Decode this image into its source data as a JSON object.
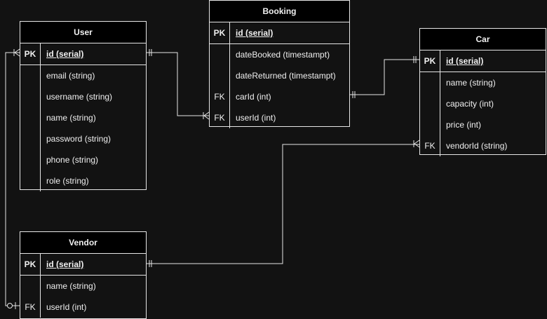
{
  "entities": {
    "user": {
      "title": "User",
      "pk": {
        "key": "PK",
        "name": "id (serial)"
      },
      "fields": [
        {
          "key": "",
          "name": "email (string)"
        },
        {
          "key": "",
          "name": "username (string)"
        },
        {
          "key": "",
          "name": "name (string)"
        },
        {
          "key": "",
          "name": "password (string)"
        },
        {
          "key": "",
          "name": "phone (string)"
        },
        {
          "key": "",
          "name": "role (string)"
        }
      ]
    },
    "booking": {
      "title": "Booking",
      "pk": {
        "key": "PK",
        "name": "id (serial)"
      },
      "fields": [
        {
          "key": "",
          "name": "dateBooked (timestampt)"
        },
        {
          "key": "",
          "name": "dateReturned (timestampt)"
        },
        {
          "key": "FK",
          "name": "carId (int)"
        },
        {
          "key": "FK",
          "name": "userId (int)"
        }
      ]
    },
    "car": {
      "title": "Car",
      "pk": {
        "key": "PK",
        "name": "id (serial)"
      },
      "fields": [
        {
          "key": "",
          "name": "name (string)"
        },
        {
          "key": "",
          "name": "capacity (int)"
        },
        {
          "key": "",
          "name": "price (int)"
        },
        {
          "key": "FK",
          "name": "vendorId (string)"
        }
      ]
    },
    "vendor": {
      "title": "Vendor",
      "pk": {
        "key": "PK",
        "name": "id (serial)"
      },
      "fields": [
        {
          "key": "",
          "name": "name (string)"
        },
        {
          "key": "FK",
          "name": "userId (int)"
        }
      ]
    }
  },
  "colors": {
    "background": "#121212",
    "line": "#e6e6e6",
    "header": "#000000"
  }
}
